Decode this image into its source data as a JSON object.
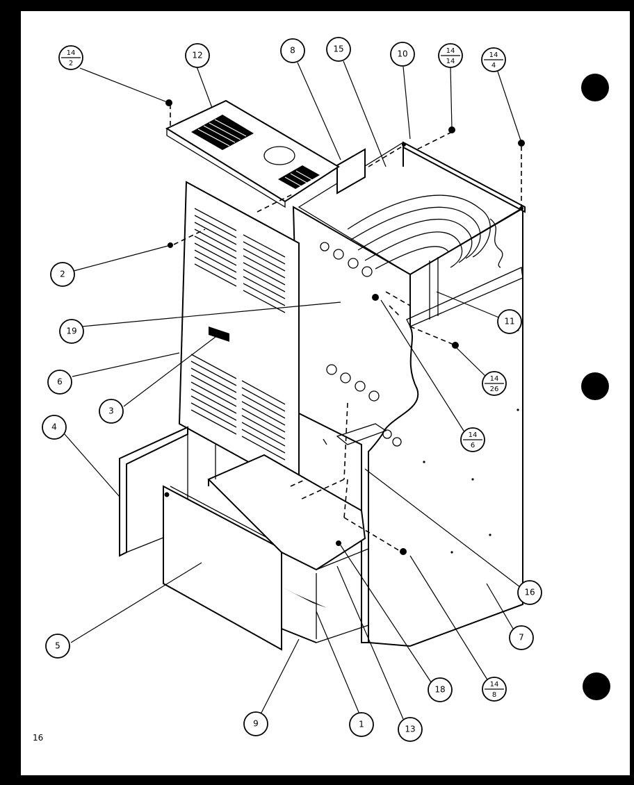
{
  "page_number": "16",
  "callouts": [
    {
      "id": "c1",
      "label": "1"
    },
    {
      "id": "c2",
      "label": "2"
    },
    {
      "id": "c3",
      "label": "3"
    },
    {
      "id": "c4",
      "label": "4"
    },
    {
      "id": "c5",
      "label": "5"
    },
    {
      "id": "c6",
      "label": "6"
    },
    {
      "id": "c7",
      "label": "7"
    },
    {
      "id": "c8",
      "label": "8"
    },
    {
      "id": "c9",
      "label": "9"
    },
    {
      "id": "c10",
      "label": "10"
    },
    {
      "id": "c11",
      "label": "11"
    },
    {
      "id": "c12",
      "label": "12"
    },
    {
      "id": "c13",
      "label": "13"
    },
    {
      "id": "c15",
      "label": "15"
    },
    {
      "id": "c16",
      "label": "16"
    },
    {
      "id": "c18",
      "label": "18"
    },
    {
      "id": "c19",
      "label": "19"
    }
  ],
  "fraction_callouts": [
    {
      "id": "f14_2",
      "top": "14",
      "bottom": "2"
    },
    {
      "id": "f14_14",
      "top": "14",
      "bottom": "14"
    },
    {
      "id": "f14_4",
      "top": "14",
      "bottom": "4"
    },
    {
      "id": "f14_26",
      "top": "14",
      "bottom": "26"
    },
    {
      "id": "f14_6",
      "top": "14",
      "bottom": "6"
    },
    {
      "id": "f14_8",
      "top": "14",
      "bottom": "8"
    }
  ]
}
